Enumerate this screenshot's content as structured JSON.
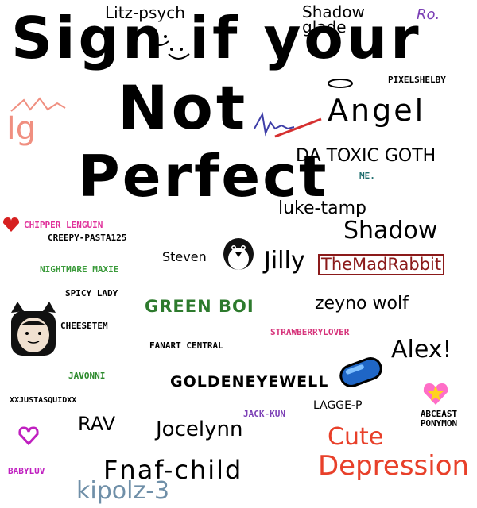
{
  "headline": {
    "line1": "Sign if your",
    "line2": "Not",
    "line3": "Perfect"
  },
  "signatures": [
    {
      "key": "litz",
      "text": "Litz-psych",
      "color": "#000000"
    },
    {
      "key": "shadow_glade",
      "text": "Shadow glade",
      "color": "#000000"
    },
    {
      "key": "ro",
      "text": "Ro.",
      "color": "#7b3fb5"
    },
    {
      "key": "pixelshelby",
      "text": "PIXELSHELBY",
      "color": "#000000"
    },
    {
      "key": "angel",
      "text": "Angel",
      "color": "#000000"
    },
    {
      "key": "ig",
      "text": "Ig",
      "color": "#f08f80"
    },
    {
      "key": "toxic_goth",
      "text": "DA TOXIC GOTH",
      "color": "#000000"
    },
    {
      "key": "me",
      "text": "ME.",
      "color": "#1c6b6b"
    },
    {
      "key": "chipper",
      "text": "CHIPPER LENGUIN",
      "color": "#e0309a"
    },
    {
      "key": "creepy",
      "text": "CREEPY-PASTA125",
      "color": "#000000"
    },
    {
      "key": "luke",
      "text": "luke-tamp",
      "color": "#000000"
    },
    {
      "key": "shadow",
      "text": "Shadow",
      "color": "#000000"
    },
    {
      "key": "steven",
      "text": "Steven",
      "color": "#000000"
    },
    {
      "key": "jilly",
      "text": "Jilly",
      "color": "#000000"
    },
    {
      "key": "madrabbit",
      "text": "TheMadRabbit",
      "color": "#8b1a1a"
    },
    {
      "key": "nightmare",
      "text": "NIGHTMARE MAXIE",
      "color": "#3a9a3a"
    },
    {
      "key": "spicy",
      "text": "SPICY LADY",
      "color": "#000000"
    },
    {
      "key": "greenboi",
      "text": "GREEN BOI",
      "color": "#2d7a2d"
    },
    {
      "key": "zeynowolf",
      "text": "zeyno wolf",
      "color": "#000000"
    },
    {
      "key": "cheesetem",
      "text": "CHEESETEM",
      "color": "#000000"
    },
    {
      "key": "strawberry",
      "text": "STRAWBERRYLOVER",
      "color": "#d6337a"
    },
    {
      "key": "fanart",
      "text": "FANART CENTRAL",
      "color": "#000000"
    },
    {
      "key": "alex",
      "text": "Alex!",
      "color": "#000000"
    },
    {
      "key": "javonni",
      "text": "JAVONNI",
      "color": "#2d8a2d"
    },
    {
      "key": "goldeneye",
      "text": "GOLDENEYEWELL",
      "color": "#000000"
    },
    {
      "key": "laggep",
      "text": "LAGGE-P",
      "color": "#000000"
    },
    {
      "key": "xxjusta",
      "text": "XXJUSTASQUIDXX",
      "color": "#000000"
    },
    {
      "key": "abceast",
      "text": "ABCEAST PONYMON",
      "color": "#000000"
    },
    {
      "key": "jackkun",
      "text": "JACK-KUN",
      "color": "#7b3fb5"
    },
    {
      "key": "rav",
      "text": "RAV",
      "color": "#000000"
    },
    {
      "key": "jocelynn",
      "text": "Jocelynn",
      "color": "#000000"
    },
    {
      "key": "cute",
      "text": "Cute",
      "color": "#e8402a"
    },
    {
      "key": "depression",
      "text": "Depression",
      "color": "#e8402a"
    },
    {
      "key": "babyluv",
      "text": "BABYLUV",
      "color": "#c020c0"
    },
    {
      "key": "fnaf",
      "text": "Fnaf-child",
      "color": "#000000"
    },
    {
      "key": "kipolz",
      "text": "kipolz-3",
      "color": "#6f8fa8"
    }
  ]
}
